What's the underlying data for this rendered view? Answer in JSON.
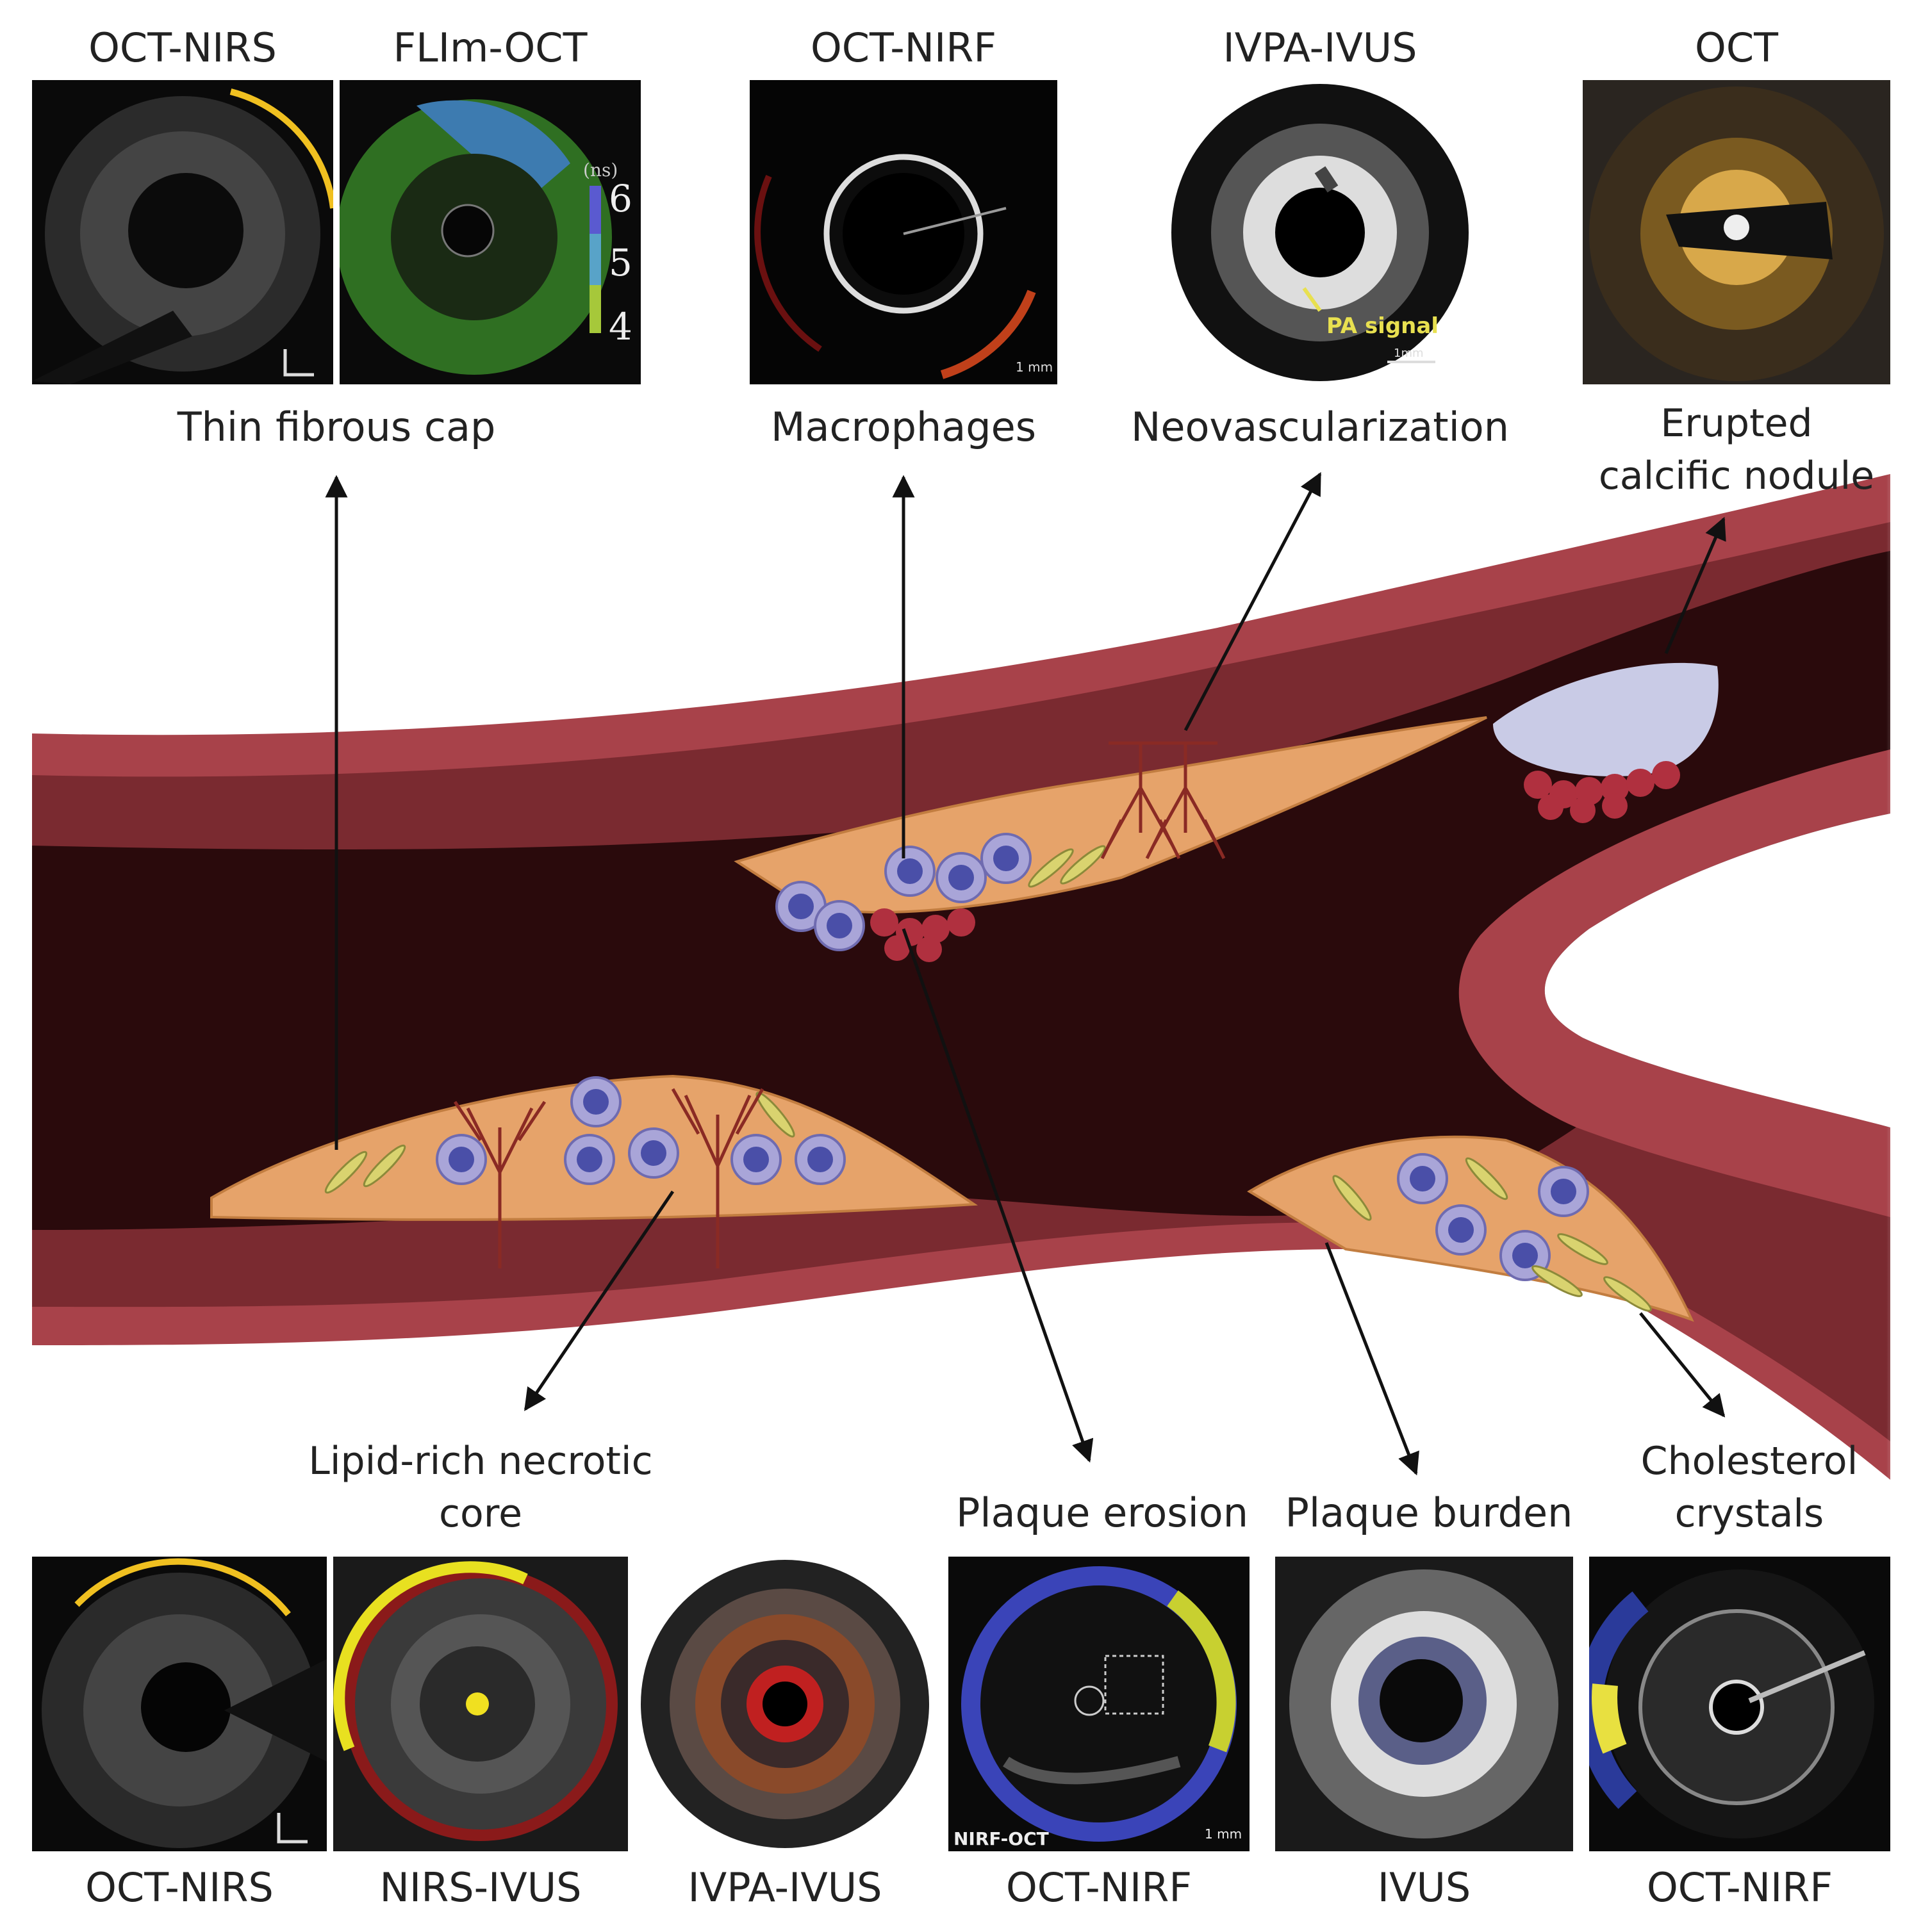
{
  "top_panels": {
    "oct_nirs": "OCT-NIRS",
    "flim_oct": "FLIm-OCT",
    "oct_nirf": "OCT-NIRF",
    "ivpa_ivus": "IVPA-IVUS",
    "oct": "OCT"
  },
  "flim_colorbar": {
    "unit": "(ns)",
    "max": "6",
    "mid": "5",
    "min": "4"
  },
  "oct_nirf_scale": "1 mm",
  "ivpa_annotation": "PA signal",
  "ivpa_scale": "1mm",
  "top_captions": {
    "thin_cap": "Thin fibrous cap",
    "macrophages": "Macrophages",
    "neovasc": "Neovascularization",
    "nodule_line1": "Erupted",
    "nodule_line2": "calcific nodule"
  },
  "bottom_captions": {
    "lipid_line1": "Lipid-rich necrotic",
    "lipid_line2": "core",
    "erosion": "Plaque erosion",
    "burden": "Plaque burden",
    "chol_line1": "Cholesterol",
    "chol_line2": "crystals"
  },
  "bottom_panels": {
    "p1": "OCT-NIRS",
    "p2": "NIRS-IVUS",
    "p3": "IVPA-IVUS",
    "p4": "OCT-NIRF",
    "p5": "IVUS",
    "p6": "OCT-NIRF"
  },
  "nirf_oct_label": "NIRF-OCT",
  "nirf_oct_scale": "1 mm",
  "colors": {
    "vessel_outer": "#a8424a",
    "vessel_inner": "#7a2a30",
    "lumen": "#2a0a0c",
    "plaque": "#e6a36a",
    "macrophage": "#8f95d6",
    "crystal": "#d6d27a",
    "thrombus": "#b0303f",
    "calcium": "#c9cbe6",
    "nirs_yellow": "#f0c020"
  }
}
